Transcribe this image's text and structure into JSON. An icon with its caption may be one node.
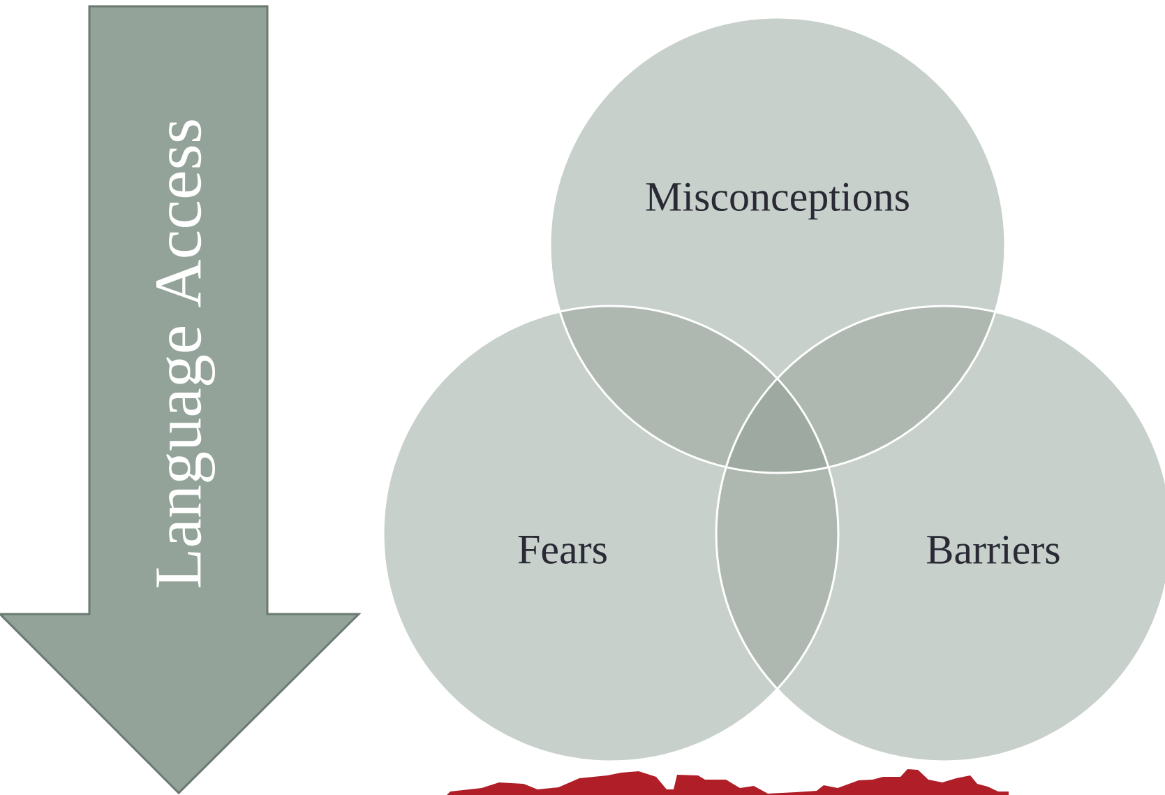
{
  "diagram": {
    "nodes": [
      {
        "text": [
          "Language Access"
        ]
      },
      {
        "text": [
          "Misconceptions"
        ]
      },
      {
        "text": [
          "Fears"
        ]
      },
      {
        "text": [
          "Barriers"
        ]
      }
    ]
  }
}
